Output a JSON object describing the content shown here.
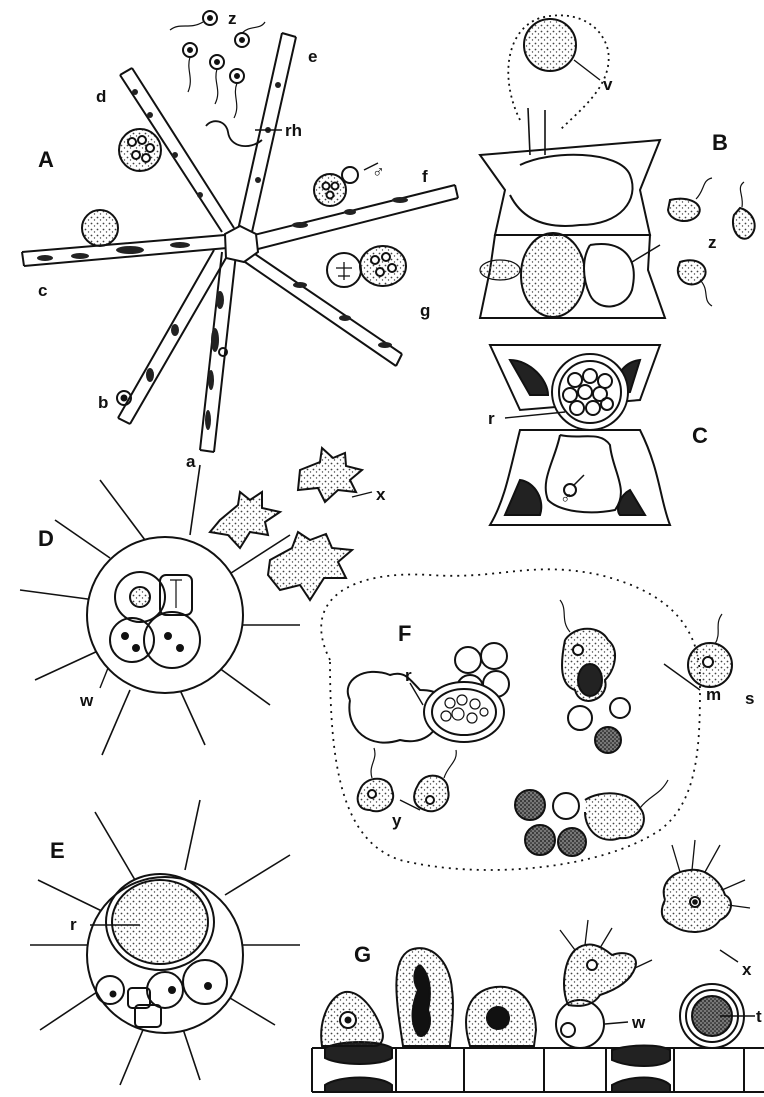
{
  "colors": {
    "ink": "#111111",
    "stipple": "#555555",
    "paper": "#ffffff"
  },
  "labels": {
    "panel_a": "A",
    "panel_b": "B",
    "panel_c": "C",
    "panel_d": "D",
    "panel_e": "E",
    "panel_f": "F",
    "panel_g": "G",
    "a": "a",
    "b": "b",
    "c": "c",
    "d": "d",
    "e": "e",
    "f": "f",
    "g": "g",
    "z_a": "z",
    "rh": "rh",
    "male_a": "♂",
    "v": "v",
    "z_b": "z",
    "r_c": "r",
    "male_c": "♂",
    "x_d": "x",
    "w_d": "w",
    "r_f": "r",
    "m": "m",
    "s": "s",
    "y": "y",
    "r_e": "r",
    "x_g": "x",
    "w_g": "w",
    "t_g": "t"
  }
}
